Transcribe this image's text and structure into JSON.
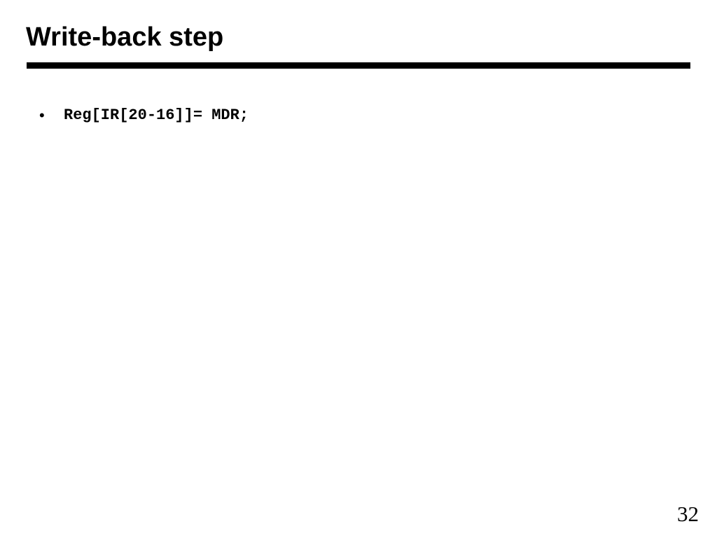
{
  "slide": {
    "title": "Write-back step",
    "bullets": [
      {
        "marker": "•",
        "text": "Reg[IR[20-16]]= MDR;"
      }
    ],
    "page_number": "32"
  },
  "colors": {
    "background": "#ffffff",
    "text": "#000000",
    "rule": "#000000"
  }
}
